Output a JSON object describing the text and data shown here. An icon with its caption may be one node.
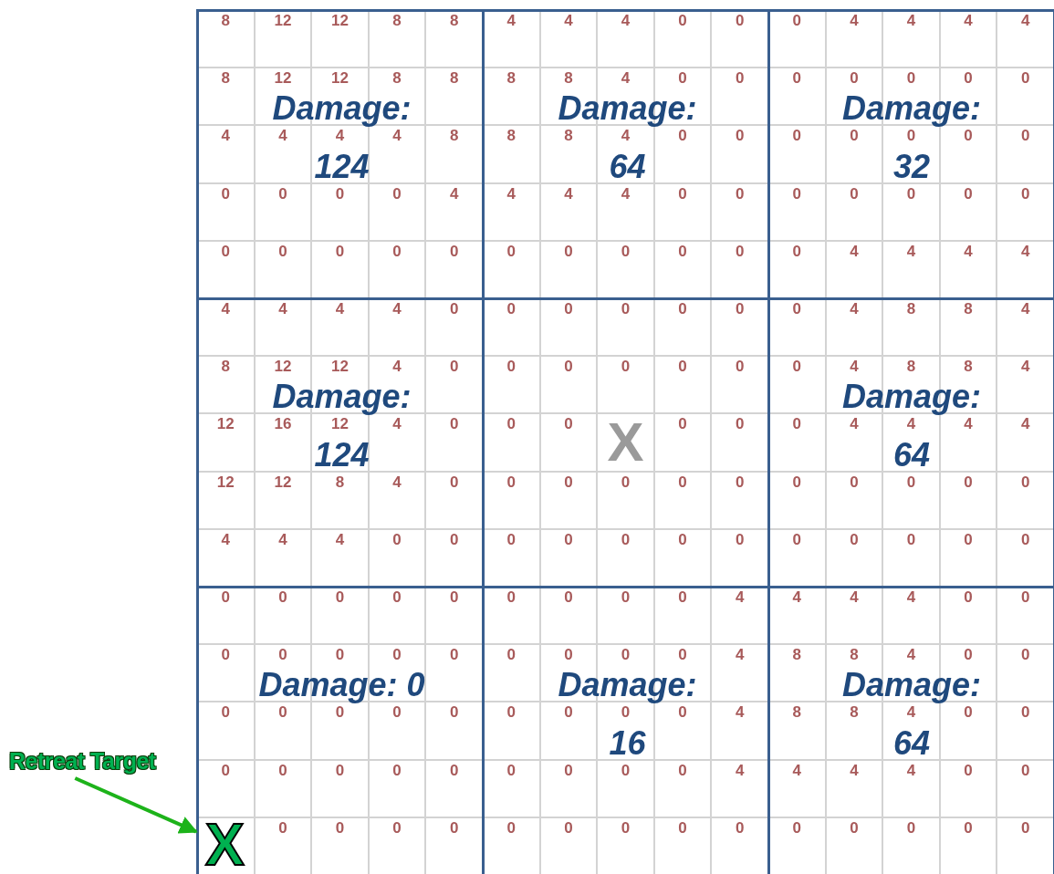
{
  "diagram": {
    "nodes": [
      {
        "text": [
          "Damage: 124"
        ]
      },
      {
        "text": [
          "Damage: 64"
        ]
      },
      {
        "text": [
          "Damage: 32"
        ]
      },
      {
        "text": [
          "Damage: 124"
        ]
      },
      {
        "text": [],
        "shape": "box"
      },
      {
        "text": [
          "Damage: 64"
        ]
      },
      {
        "text": [
          "Damage: 0"
        ]
      },
      {
        "text": [
          "Damage: 16"
        ]
      },
      {
        "text": [
          "Damage: 64"
        ]
      },
      {
        "text": [
          "Retreat Target"
        ]
      },
      {
        "text": [
          "X"
        ],
        "in": 6
      }
    ],
    "edges": [
      {
        "from": 9,
        "to": 10,
        "arrow": "to",
        "color": "#1db31a"
      }
    ],
    "labels": [
      "8",
      "12",
      "12",
      "8",
      "8",
      "4",
      "4",
      "4",
      "0",
      "0",
      "0",
      "4",
      "4",
      "4",
      "4",
      "8",
      "12",
      "12",
      "8",
      "8",
      "8",
      "8",
      "4",
      "0",
      "0",
      "0",
      "0",
      "0",
      "0",
      "0",
      "4",
      "4",
      "4",
      "4",
      "8",
      "8",
      "8",
      "4",
      "0",
      "0",
      "0",
      "0",
      "0",
      "0",
      "0",
      "0",
      "0",
      "0",
      "0",
      "4",
      "4",
      "4",
      "4",
      "0",
      "0",
      "0",
      "0",
      "0",
      "0",
      "0",
      "0",
      "0",
      "0",
      "0",
      "0",
      "0",
      "0",
      "0",
      "0",
      "0",
      "0",
      "4",
      "4",
      "4",
      "4",
      "4",
      "4",
      "4",
      "4",
      "0",
      "0",
      "0",
      "0",
      "0",
      "0",
      "0",
      "4",
      "8",
      "8",
      "4",
      "8",
      "12",
      "12",
      "4",
      "0",
      "0",
      "0",
      "0",
      "0",
      "0",
      "0",
      "4",
      "8",
      "8",
      "4",
      "12",
      "16",
      "12",
      "4",
      "0",
      "0",
      "0",
      "X",
      "0",
      "0",
      "0",
      "4",
      "4",
      "4",
      "4",
      "12",
      "12",
      "8",
      "4",
      "0",
      "0",
      "0",
      "0",
      "0",
      "0",
      "0",
      "0",
      "0",
      "0",
      "0",
      "4",
      "4",
      "4",
      "0",
      "0",
      "0",
      "0",
      "0",
      "0",
      "0",
      "0",
      "0",
      "0",
      "0",
      "0",
      "0",
      "0",
      "0",
      "0",
      "0",
      "0",
      "0",
      "0",
      "0",
      "4",
      "4",
      "4",
      "4",
      "0",
      "0",
      "0",
      "0",
      "0",
      "0",
      "0",
      "0",
      "0",
      "0",
      "0",
      "4",
      "8",
      "8",
      "4",
      "0",
      "0",
      "0",
      "0",
      "0",
      "0",
      "0",
      "0",
      "0",
      "0",
      "0",
      "4",
      "8",
      "8",
      "4",
      "0",
      "0",
      "0",
      "0",
      "0",
      "0",
      "0",
      "0",
      "0",
      "0",
      "0",
      "4",
      "4",
      "4",
      "4",
      "0",
      "0",
      "0",
      "0",
      "0",
      "0",
      "0",
      "0",
      "0",
      "0",
      "0",
      "0",
      "0",
      "0",
      "0",
      "0"
    ]
  }
}
